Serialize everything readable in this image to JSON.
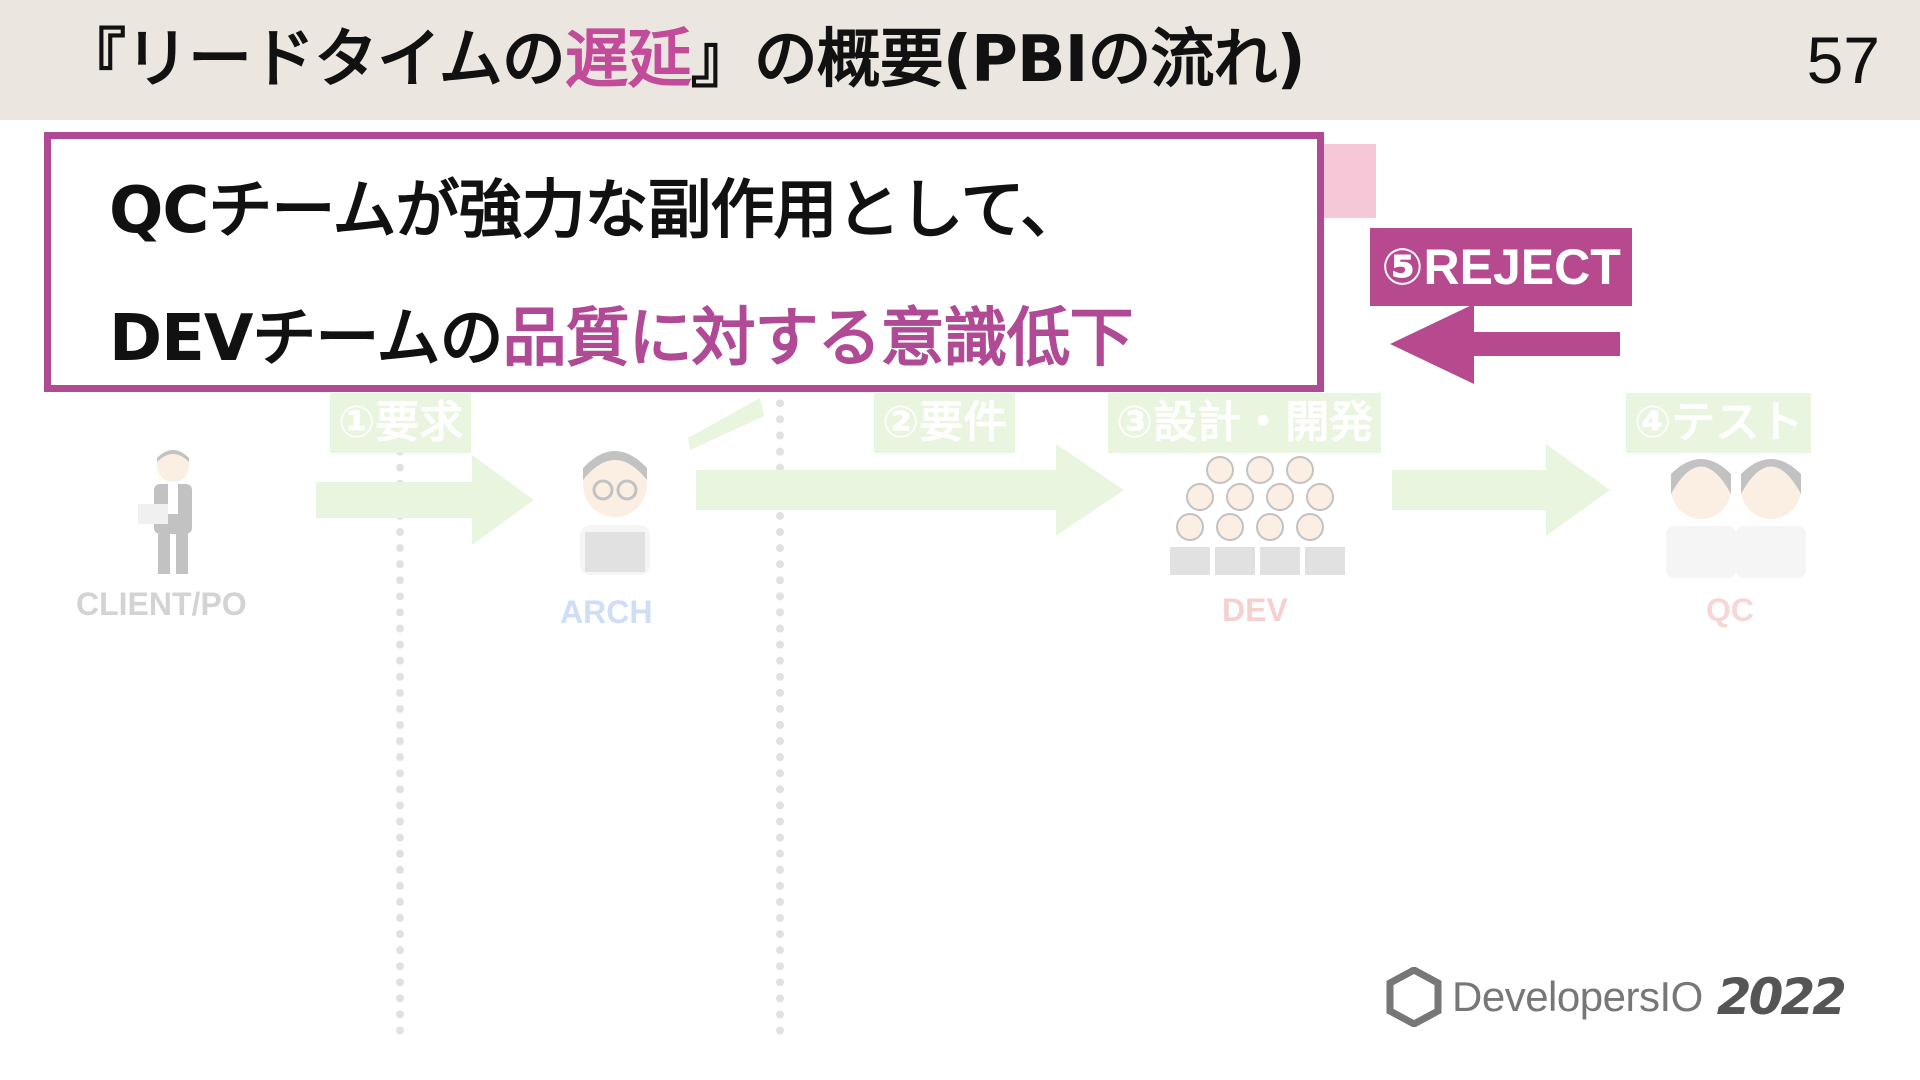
{
  "header": {
    "title_prefix": "『リードタイムの",
    "title_accent": "遅延",
    "title_suffix": "』の概要(PBIの流れ)",
    "page_number": "57"
  },
  "callout": {
    "line1": "QCチームが強力な副作用として、",
    "line2_prefix": "DEVチームの",
    "line2_accent": "品質に対する意識低下"
  },
  "reject": {
    "label": "⑤REJECT"
  },
  "steps": [
    {
      "label": "①要求"
    },
    {
      "label": "②要件"
    },
    {
      "label": "③設計・開発"
    },
    {
      "label": "④テスト"
    }
  ],
  "roles": [
    {
      "label": "CLIENT/PO",
      "color": "#6b6b6b"
    },
    {
      "label": "ARCH",
      "color": "#5b8fe0"
    },
    {
      "label": "DEV",
      "color": "#e06060"
    },
    {
      "label": "QC",
      "color": "#e07b7b"
    }
  ],
  "logo": {
    "text": "DevelopersIO",
    "year": "2022"
  },
  "colors": {
    "accent": "#b04a95",
    "header_bg": "#ebe7e0",
    "step_green": "#b9dc96"
  }
}
